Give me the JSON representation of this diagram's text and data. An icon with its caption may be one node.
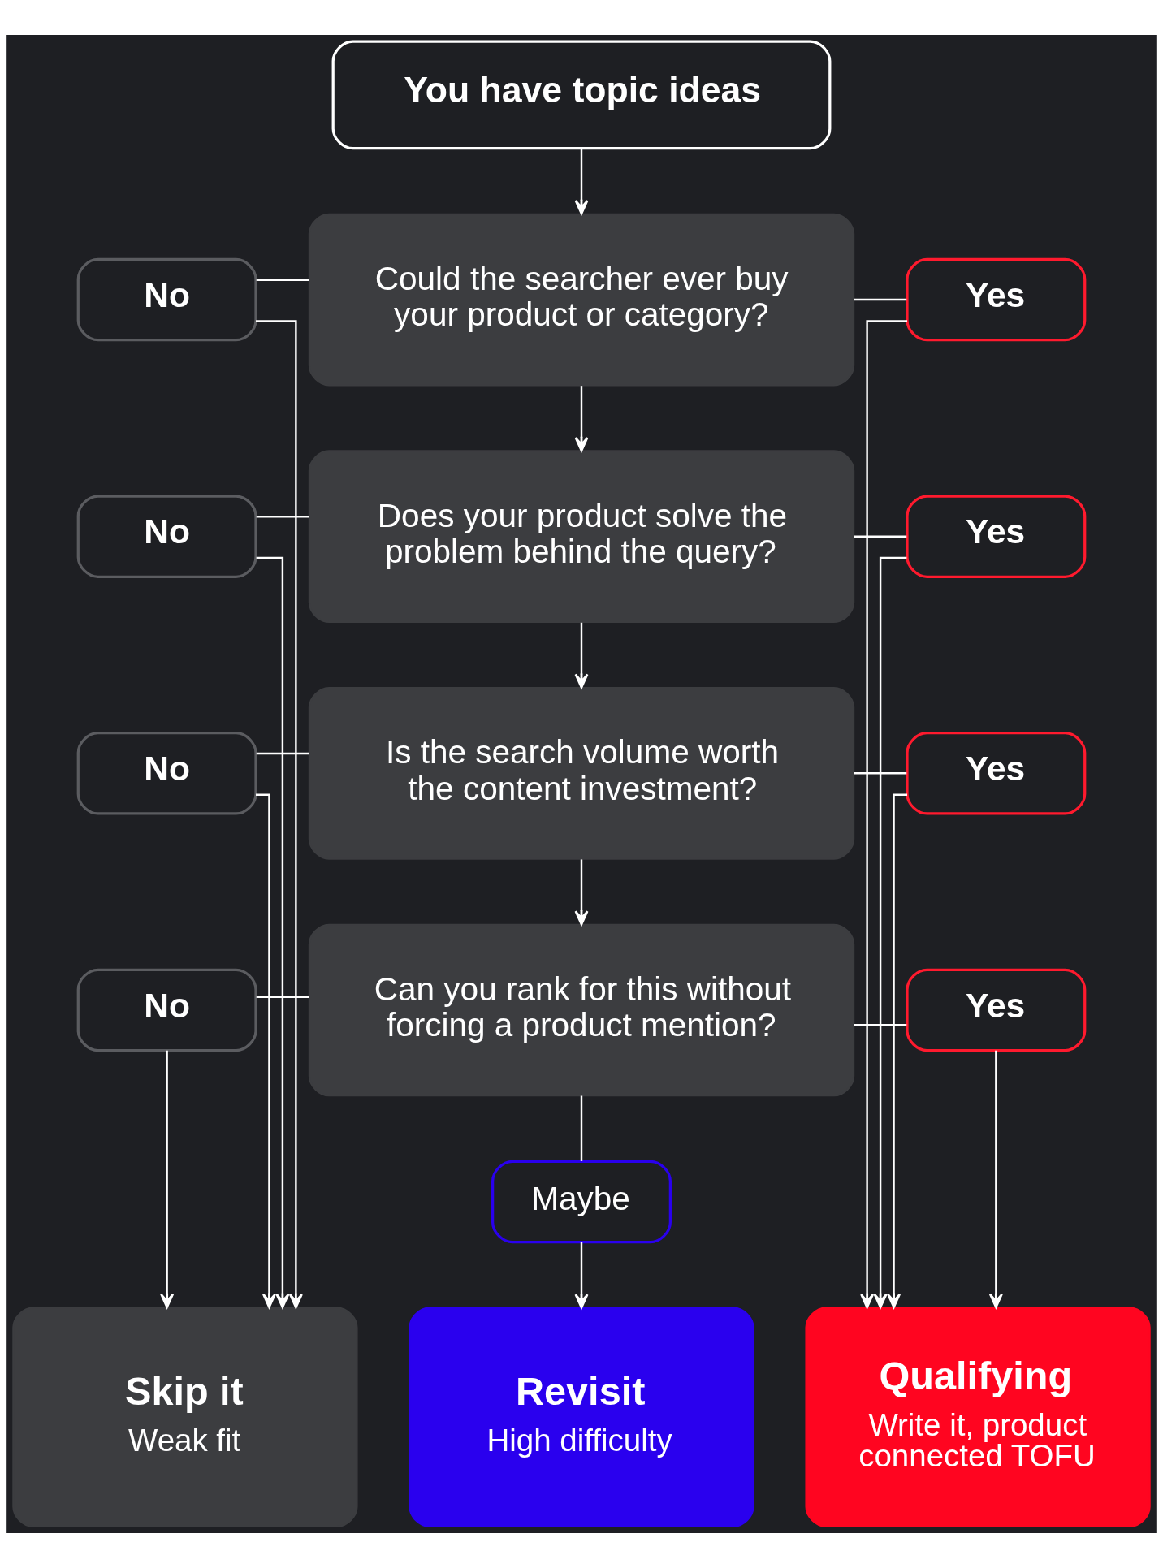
{
  "diagram": {
    "nodes": [
      {
        "text": [
          "You have topic ideas"
        ]
      },
      {
        "text": [
          "Could the searcher ever buy your product or category?"
        ]
      },
      {
        "text": [
          "No"
        ]
      },
      {
        "text": [
          "Yes"
        ]
      },
      {
        "text": [
          "Does your product solve the problem behind the query?"
        ]
      },
      {
        "text": [
          "No"
        ]
      },
      {
        "text": [
          "Yes"
        ]
      },
      {
        "text": [
          "Is the search volume worth the content investment?"
        ]
      },
      {
        "text": [
          "No"
        ]
      },
      {
        "text": [
          "Yes"
        ]
      },
      {
        "text": [
          "Can you rank for this without forcing a product mention?"
        ]
      },
      {
        "text": [
          "No"
        ]
      },
      {
        "text": [
          "Yes"
        ]
      },
      {
        "text": [
          "Maybe"
        ]
      },
      {
        "text": [
          "Skip it",
          "Weak fit"
        ]
      },
      {
        "text": [
          "Revisit",
          "High difficulty"
        ]
      },
      {
        "text": [
          "Qualifying",
          "Write it, product connected TOFU"
        ]
      }
    ],
    "edges": [
      {
        "from": 0,
        "to": 1,
        "arrow": "to"
      },
      {
        "from": 1,
        "to": 2,
        "arrow": "none"
      },
      {
        "from": 1,
        "to": 3,
        "arrow": "none"
      },
      {
        "from": 1,
        "to": 4,
        "arrow": "to"
      },
      {
        "from": 4,
        "to": 5,
        "arrow": "none"
      },
      {
        "from": 4,
        "to": 6,
        "arrow": "none"
      },
      {
        "from": 4,
        "to": 7,
        "arrow": "to"
      },
      {
        "from": 7,
        "to": 8,
        "arrow": "none"
      },
      {
        "from": 7,
        "to": 9,
        "arrow": "none"
      },
      {
        "from": 7,
        "to": 10,
        "arrow": "to"
      },
      {
        "from": 10,
        "to": 11,
        "arrow": "none"
      },
      {
        "from": 10,
        "to": 12,
        "arrow": "none"
      },
      {
        "from": 10,
        "to": 13,
        "arrow": "none"
      },
      {
        "from": 2,
        "to": 14,
        "arrow": "to"
      },
      {
        "from": 5,
        "to": 14,
        "arrow": "to"
      },
      {
        "from": 8,
        "to": 14,
        "arrow": "to"
      },
      {
        "from": 11,
        "to": 14,
        "arrow": "to"
      },
      {
        "from": 13,
        "to": 15,
        "arrow": "to"
      },
      {
        "from": 3,
        "to": 16,
        "arrow": "to"
      },
      {
        "from": 6,
        "to": 16,
        "arrow": "to"
      },
      {
        "from": 9,
        "to": 16,
        "arrow": "to"
      },
      {
        "from": 12,
        "to": 16,
        "arrow": "to"
      }
    ]
  }
}
